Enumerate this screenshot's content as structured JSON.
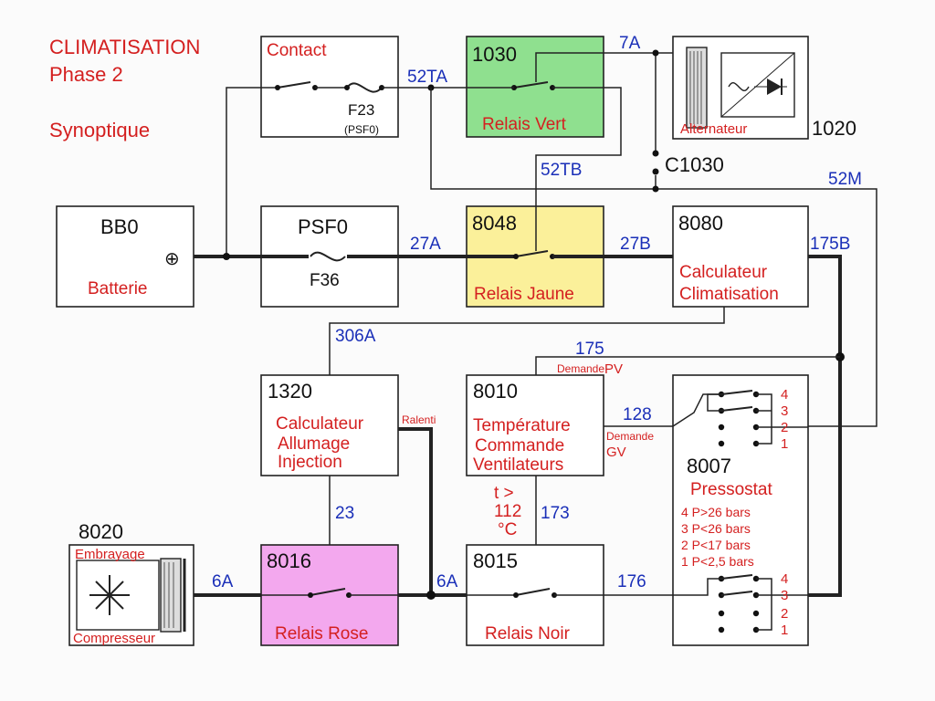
{
  "title": {
    "line1": "CLIMATISATION",
    "line2": "Phase 2",
    "line3": "Synoptique"
  },
  "colors": {
    "label_red": "#d42020",
    "wire_blue": "#1a2fb8",
    "relay_green": "#8fe08f",
    "relay_yellow": "#fbf09a",
    "relay_pink": "#f3a8ee"
  },
  "components": {
    "contact": {
      "name": "Contact",
      "fuse": "F23",
      "fuse_note": "(PSF0)"
    },
    "relais_vert": {
      "code": "1030",
      "name": "Relais Vert"
    },
    "alternateur": {
      "name": "Alternateur",
      "code": "1020"
    },
    "connector": {
      "code": "C1030"
    },
    "batterie": {
      "code": "BB0",
      "name": "Batterie",
      "symbol": "⊕"
    },
    "psf0": {
      "code": "PSF0",
      "fuse": "F36"
    },
    "relais_jaune": {
      "code": "8048",
      "name": "Relais Jaune"
    },
    "calc_clim": {
      "code": "8080",
      "line1": "Calculateur",
      "line2": "Climatisation"
    },
    "calc_inj": {
      "code": "1320",
      "line1": "Calculateur",
      "line2": "Allumage",
      "line3": "Injection"
    },
    "temperature": {
      "code": "8010",
      "line1": "Température",
      "line2": "Commande",
      "line3": "Ventilateurs"
    },
    "pressostat": {
      "code": "8007",
      "name": "Pressostat",
      "levels": [
        "4 P>26 bars",
        "3 P<26 bars",
        "2 P<17 bars",
        "1 P<2,5 bars"
      ],
      "pins": [
        "4",
        "3",
        "2",
        "1"
      ]
    },
    "compresseur": {
      "code": "8020",
      "top": "Embrayage",
      "bottom": "Compresseur"
    },
    "relais_rose": {
      "code": "8016",
      "name": "Relais Rose"
    },
    "relais_noir": {
      "code": "8015",
      "name": "Relais Noir"
    }
  },
  "wires": {
    "w52TA": "52TA",
    "w7A": "7A",
    "w52TB": "52TB",
    "w52M": "52M",
    "w27A": "27A",
    "w27B": "27B",
    "w175B": "175B",
    "w306A": "306A",
    "w175": "175",
    "w128": "128",
    "w23": "23",
    "w173": "173",
    "w6A_left": "6A",
    "w6A_right": "6A",
    "w176": "176"
  },
  "annotations": {
    "demande_pv": "Demande",
    "pv": "PV",
    "demande_gv": "Demande",
    "gv": "GV",
    "ralenti": "Ralenti",
    "t_line1": "t >",
    "t_line2": "112",
    "t_line3": "°C"
  }
}
